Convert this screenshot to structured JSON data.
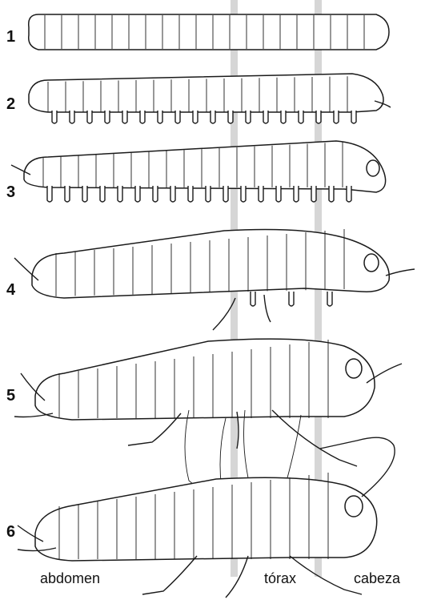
{
  "stage_numbers": [
    "1",
    "2",
    "3",
    "4",
    "5",
    "6"
  ],
  "regions": {
    "abdomen": "abdomen",
    "thorax": "tórax",
    "head": "cabeza"
  },
  "colors": {
    "band": "#cfcfcf",
    "ink": "#1a1a1a",
    "background": "#ffffff"
  }
}
